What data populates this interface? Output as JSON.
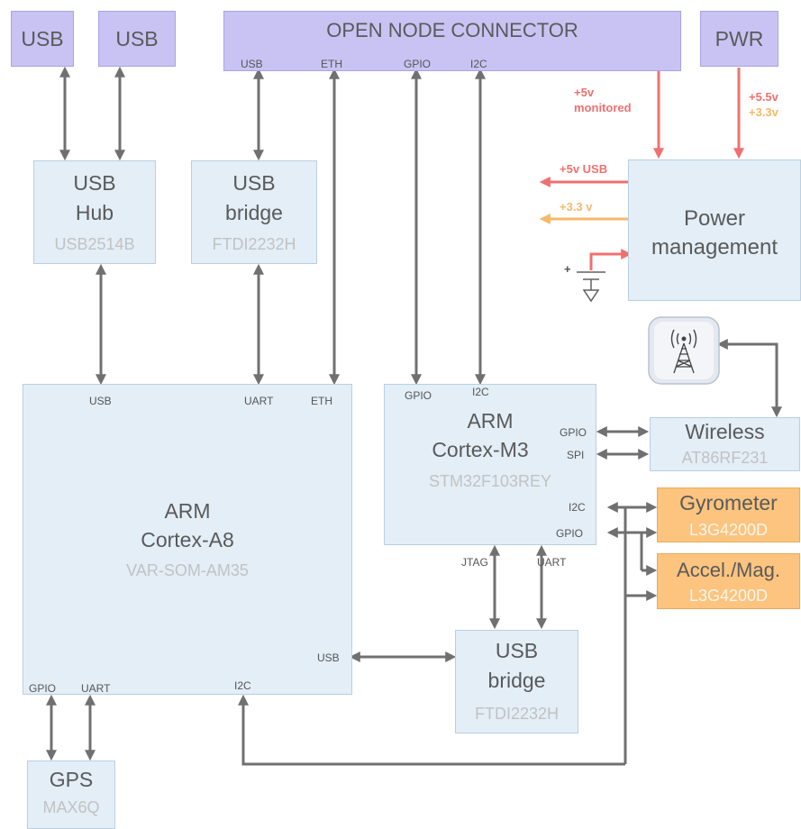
{
  "top": {
    "usb_1": "USB",
    "usb_2": "USB",
    "open_node": "OPEN NODE CONNECTOR",
    "open_node_pins": {
      "usb": "USB",
      "eth": "ETH",
      "gpio": "GPIO",
      "i2c": "I2C"
    },
    "pwr": "PWR"
  },
  "usb_hub": {
    "title_1": "USB",
    "title_2": "Hub",
    "part": "USB2514B"
  },
  "usb_bridge_top": {
    "title_1": "USB",
    "title_2": "bridge",
    "part": "FTDI2232H"
  },
  "power_mgmt": {
    "title_1": "Power",
    "title_2": "management"
  },
  "power_labels": {
    "in_5v": "+5v",
    "in_5v_monitored": "monitored",
    "in_55v": "+5.5v",
    "in_33v": "+3.3v",
    "out_5v_usb": "+5v USB",
    "out_33v": "+3.3 v",
    "battery_plus": "+"
  },
  "cortex_a8": {
    "title_1": "ARM",
    "title_2": "Cortex-A8",
    "part": "VAR-SOM-AM35",
    "pins": {
      "usb_top": "USB",
      "uart_top": "UART",
      "eth": "ETH",
      "usb_right": "USB",
      "gpio": "GPIO",
      "uart_bottom": "UART",
      "i2c": "I2C"
    }
  },
  "cortex_m3": {
    "title_1": "ARM",
    "title_2": "Cortex-M3",
    "part": "STM32F103REY",
    "pins": {
      "gpio_top": "GPIO",
      "i2c_top": "I2C",
      "gpio_r1": "GPIO",
      "spi": "SPI",
      "i2c_r": "I2C",
      "gpio_r2": "GPIO",
      "jtag": "JTAG",
      "uart": "UART"
    }
  },
  "wireless": {
    "title": "Wireless",
    "part": "AT86RF231"
  },
  "gyrometer": {
    "title": "Gyrometer",
    "part": "L3G4200D"
  },
  "accel": {
    "title": "Accel./Mag.",
    "part": "L3G4200D"
  },
  "usb_bridge_bottom": {
    "title_1": "USB",
    "title_2": "bridge",
    "part": "FTDI2232H"
  },
  "gps": {
    "title": "GPS",
    "part": "MAX6Q"
  },
  "colors": {
    "box_blue": "#e3eef7",
    "box_purple": "#c9c3f3",
    "box_orange": "#fcc47f",
    "wire": "#707070",
    "power_red": "#f07070",
    "power_yellow": "#f5b96a",
    "muted_text": "#c2c2c2"
  }
}
